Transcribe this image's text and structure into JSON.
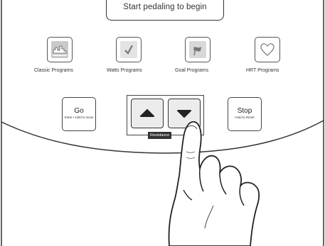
{
  "display": {
    "text": "Start pedaling to begin"
  },
  "programs": [
    {
      "label": "Classic Programs",
      "icon": "mountain-chart-icon"
    },
    {
      "label": "Watts Programs",
      "icon": "check-mark-icon"
    },
    {
      "label": "Goal Programs",
      "icon": "flag-icon"
    },
    {
      "label": "HRT Programs",
      "icon": "heart-icon"
    }
  ],
  "go": {
    "label": "Go",
    "sublabel": "Enter • Hold to Scan"
  },
  "stop": {
    "label": "Stop",
    "sublabel": "Hold to Reset"
  },
  "resistance": {
    "label": "Resistance",
    "up_icon": "chevron-up-icon",
    "down_icon": "chevron-down-icon"
  },
  "hand": {
    "icon": "pointing-hand-icon"
  }
}
